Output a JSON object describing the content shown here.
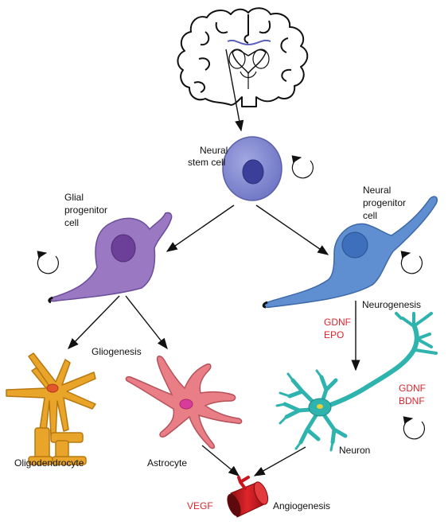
{
  "labels": {
    "neural_stem_cell_1": "Neural",
    "neural_stem_cell_2": "stem cell",
    "glial_progenitor_1": "Glial",
    "glial_progenitor_2": "progenitor",
    "glial_progenitor_3": "cell",
    "neural_progenitor_1": "Neural",
    "neural_progenitor_2": "progenitor",
    "neural_progenitor_3": "cell",
    "neurogenesis": "Neurogenesis",
    "gliogenesis": "Gliogenesis",
    "oligodendrocyte": "Oligodendrocyte",
    "astrocyte": "Astrocyte",
    "neuron": "Neuron",
    "angiogenesis": "Angiogenesis"
  },
  "factors": {
    "neurogenesis_factor_1": "GDNF",
    "neurogenesis_factor_2": "EPO",
    "neuron_factor_1": "GDNF",
    "neuron_factor_2": "BDNF",
    "angiogenesis_factor": "VEGF"
  },
  "colors": {
    "stem_cell": "#7f86cf",
    "glial_progenitor": "#9a78c2",
    "neural_progenitor": "#5f8fd0",
    "oligodendrocyte": "#e8a52a",
    "astrocyte": "#e97e86",
    "neuron": "#2fb3ae",
    "vessel": "#c8171c",
    "factor_text": "#d8262e"
  }
}
